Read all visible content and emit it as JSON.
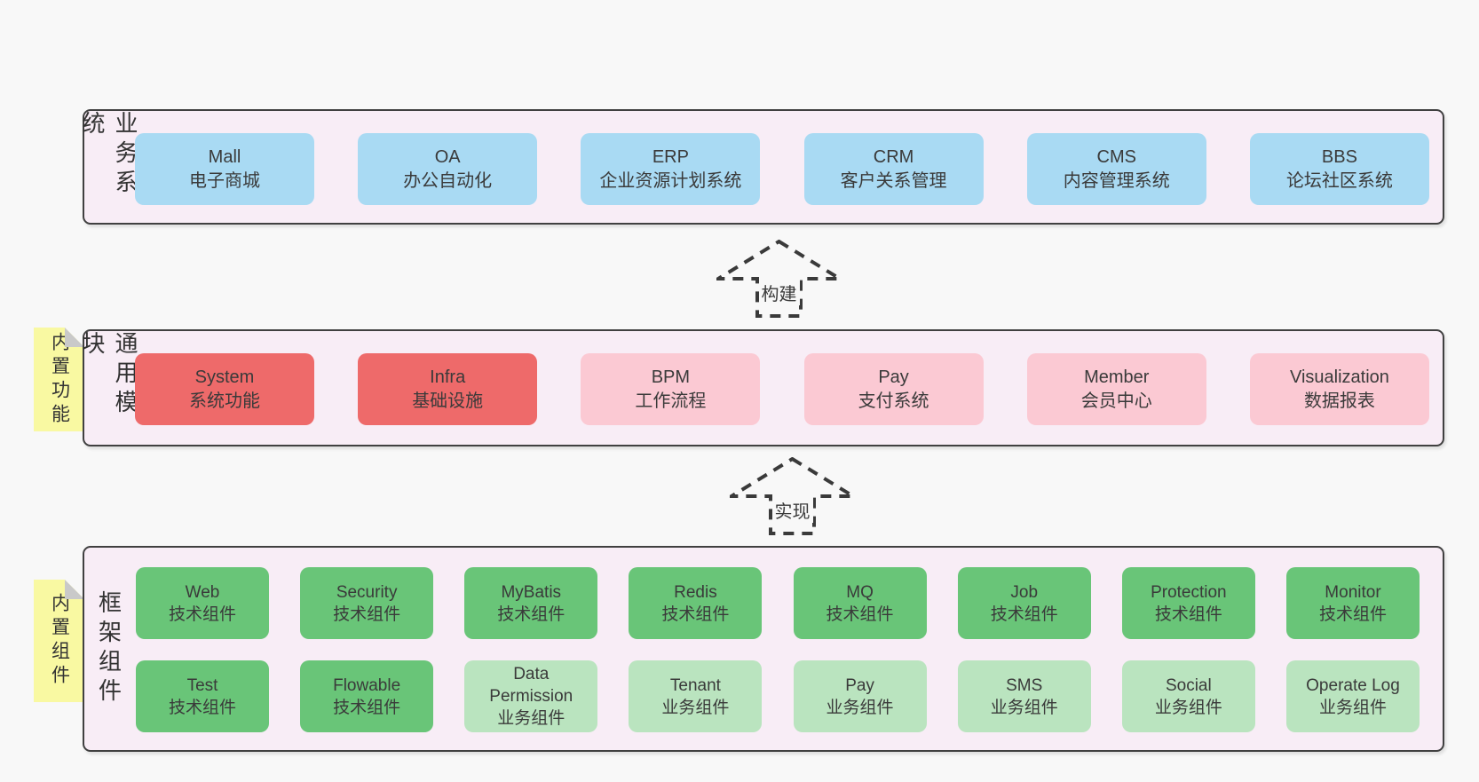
{
  "layers": [
    {
      "id": "business",
      "label": "业务系统",
      "boxes": [
        {
          "en": "Mall",
          "zh": "电子商城",
          "variant": "blue"
        },
        {
          "en": "OA",
          "zh": "办公自动化",
          "variant": "blue"
        },
        {
          "en": "ERP",
          "zh": "企业资源计划系统",
          "variant": "blue"
        },
        {
          "en": "CRM",
          "zh": "客户关系管理",
          "variant": "blue"
        },
        {
          "en": "CMS",
          "zh": "内容管理系统",
          "variant": "blue"
        },
        {
          "en": "BBS",
          "zh": "论坛社区系统",
          "variant": "blue"
        }
      ]
    },
    {
      "id": "modules",
      "label": "通用模块",
      "sticky": "内置功能",
      "boxes": [
        {
          "en": "System",
          "zh": "系统功能",
          "variant": "red"
        },
        {
          "en": "Infra",
          "zh": "基础设施",
          "variant": "red"
        },
        {
          "en": "BPM",
          "zh": "工作流程",
          "variant": "pink"
        },
        {
          "en": "Pay",
          "zh": "支付系统",
          "variant": "pink"
        },
        {
          "en": "Member",
          "zh": "会员中心",
          "variant": "pink"
        },
        {
          "en": "Visualization",
          "zh": "数据报表",
          "variant": "pink"
        }
      ]
    },
    {
      "id": "components",
      "label": "框架组件",
      "sticky": "内置组件",
      "rows": [
        [
          {
            "en": "Web",
            "zh": "技术组件",
            "variant": "green"
          },
          {
            "en": "Security",
            "zh": "技术组件",
            "variant": "green"
          },
          {
            "en": "MyBatis",
            "zh": "技术组件",
            "variant": "green"
          },
          {
            "en": "Redis",
            "zh": "技术组件",
            "variant": "green"
          },
          {
            "en": "MQ",
            "zh": "技术组件",
            "variant": "green"
          },
          {
            "en": "Job",
            "zh": "技术组件",
            "variant": "green"
          },
          {
            "en": "Protection",
            "zh": "技术组件",
            "variant": "green"
          },
          {
            "en": "Monitor",
            "zh": "技术组件",
            "variant": "green"
          }
        ],
        [
          {
            "en": "Test",
            "zh": "技术组件",
            "variant": "green"
          },
          {
            "en": "Flowable",
            "zh": "技术组件",
            "variant": "green"
          },
          {
            "en": "Data Permission",
            "zh": "业务组件",
            "variant": "green-light"
          },
          {
            "en": "Tenant",
            "zh": "业务组件",
            "variant": "green-light"
          },
          {
            "en": "Pay",
            "zh": "业务组件",
            "variant": "green-light"
          },
          {
            "en": "SMS",
            "zh": "业务组件",
            "variant": "green-light"
          },
          {
            "en": "Social",
            "zh": "业务组件",
            "variant": "green-light"
          },
          {
            "en": "Operate Log",
            "zh": "业务组件",
            "variant": "green-light"
          }
        ]
      ]
    }
  ],
  "arrows": [
    {
      "label": "构建"
    },
    {
      "label": "实现"
    }
  ],
  "colors": {
    "page_bg": "#f8f8f8",
    "panel_bg": "#f8edf6",
    "panel_border": "#404040",
    "box_blue": "#a9daf3",
    "box_red": "#ee6a6a",
    "box_pink": "#fbc9d3",
    "box_green": "#69c578",
    "box_green_light": "#bae4bf",
    "sticky_yellow": "#f9f9a2",
    "sticky_fold": "#c9c9c9",
    "text": "#3a3a3a"
  }
}
